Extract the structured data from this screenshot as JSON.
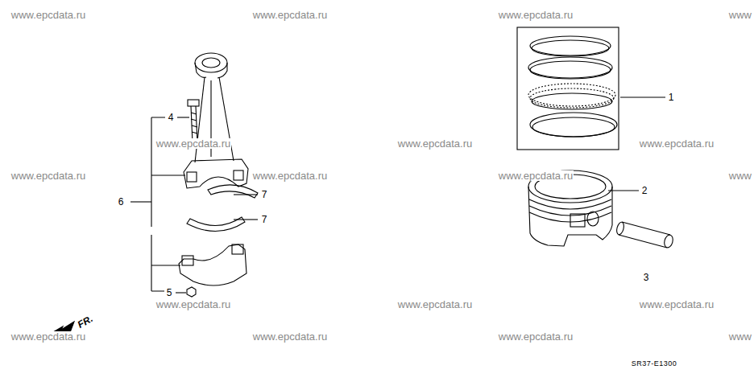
{
  "diagram": {
    "labels": [
      "www.epcdata.ru",
      "www.epcdata.ru",
      "www.epcdata.ru",
      "www",
      "1",
      "4",
      "www.epcdata.ru",
      "www.epcdata.ru",
      "www.epcdata.ru",
      "www.epcdata.ru",
      "www.epcdata.ru",
      "www.epcdata.ru",
      "www",
      "2",
      "7",
      "6",
      "7",
      "3",
      "5",
      "www.epcdata.ru",
      "www.epcdata.ru",
      "www.epcdata.ru",
      "www.epcdata.ru",
      "www.epcdata.ru",
      "www.epcdata.ru",
      "www",
      "FR.",
      "SR37-E1300"
    ]
  }
}
